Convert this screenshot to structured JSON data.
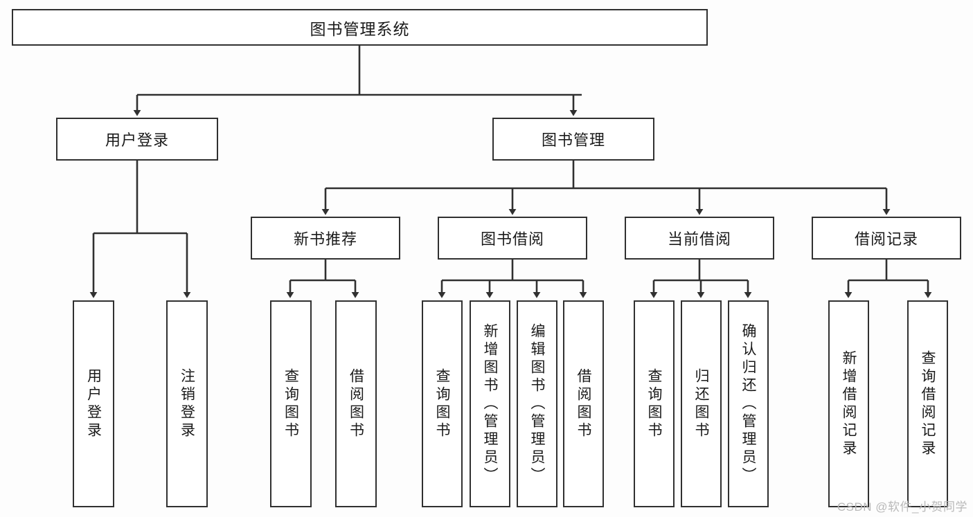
{
  "diagram": {
    "title": "图书管理系统",
    "type": "hierarchy-tree",
    "watermark": "CSDN @软件_小贺同学",
    "colors": {
      "background": "#fdfdfd",
      "box_border": "#303030",
      "box_fill": "#ffffff",
      "edge": "#303030",
      "text": "#1a1a1a",
      "watermark": "#b9b9b9"
    },
    "levels": {
      "root": {
        "label": "图书管理系统"
      },
      "level2": [
        {
          "label": "用户登录"
        },
        {
          "label": "图书管理"
        }
      ],
      "level3": [
        {
          "label": "新书推荐"
        },
        {
          "label": "图书借阅"
        },
        {
          "label": "当前借阅"
        },
        {
          "label": "借阅记录"
        }
      ],
      "leaves": {
        "user_login": [
          {
            "label": "用户登录"
          },
          {
            "label": "注销登录"
          }
        ],
        "new_book_recommend": [
          {
            "label": "查询图书"
          },
          {
            "label": "借阅图书"
          }
        ],
        "book_borrow": [
          {
            "label": "查询图书"
          },
          {
            "label": "新增图书（管理员）"
          },
          {
            "label": "编辑图书（管理员）"
          },
          {
            "label": "借阅图书"
          }
        ],
        "current_borrow": [
          {
            "label": "查询图书"
          },
          {
            "label": "归还图书"
          },
          {
            "label": "确认归还（管理员）"
          }
        ],
        "borrow_record": [
          {
            "label": "新增借阅记录"
          },
          {
            "label": "查询借阅记录"
          }
        ]
      }
    }
  }
}
